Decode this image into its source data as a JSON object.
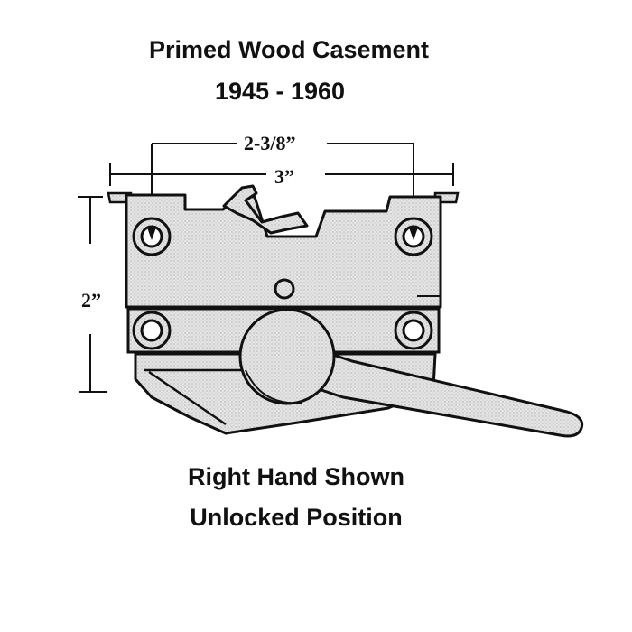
{
  "title": "Primed Wood Casement",
  "years": "1945 - 1960",
  "dimensions": {
    "hole_spacing": "2-3/8”",
    "overall_width": "3”",
    "height": "2”"
  },
  "caption": {
    "line1": "Right Hand Shown",
    "line2": "Unlocked Position"
  },
  "colors": {
    "ink": "#111111",
    "body_fill": "#e2e2e2",
    "background": "#ffffff"
  }
}
